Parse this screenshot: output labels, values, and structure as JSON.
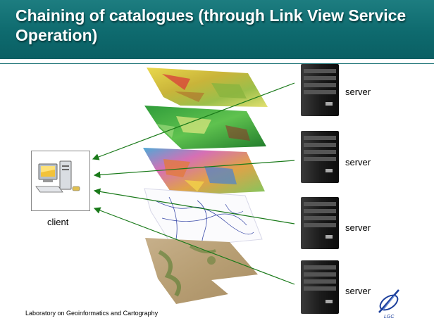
{
  "slide": {
    "title": "Chaining of catalogues (through Link View Service Operation)",
    "footer": "Laboratory on Geoinformatics and Cartography"
  },
  "diagram": {
    "client_label": "client",
    "server_labels": [
      "server",
      "server",
      "server",
      "server"
    ],
    "map_layers": [
      "land-use-map-layer",
      "vegetation-map-layer",
      "geology-map-layer",
      "hydrography-map-layer",
      "elevation-map-layer"
    ],
    "colors": {
      "title_bg": "#0e6a6e",
      "connector": "#1a7a1a"
    }
  }
}
